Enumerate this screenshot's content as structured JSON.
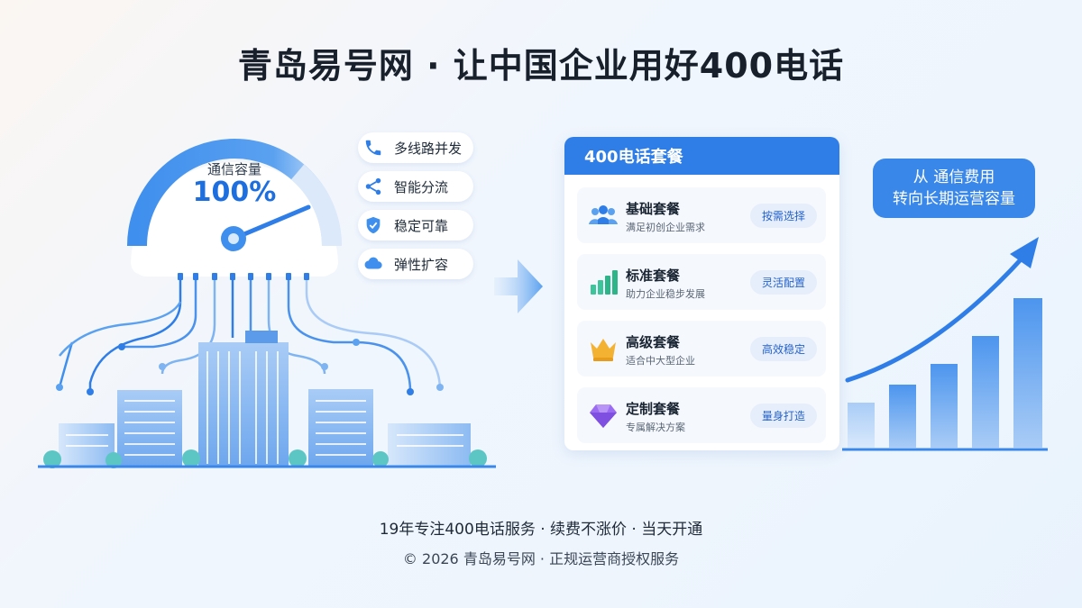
{
  "title": "青岛易号网 · 让中国企业用好400电话",
  "gauge": {
    "label": "通信容量",
    "value": "100%"
  },
  "features": [
    {
      "label": "多线路并发",
      "icon": "phone-icon"
    },
    {
      "label": "智能分流",
      "icon": "share-icon"
    },
    {
      "label": "稳定可靠",
      "icon": "shield-check-icon"
    },
    {
      "label": "弹性扩容",
      "icon": "cloud-icon"
    }
  ],
  "panel": {
    "title": "400电话套餐",
    "packages": [
      {
        "name": "基础套餐",
        "desc": "满足初创企业需求",
        "button": "按需选择",
        "icon": "users-icon"
      },
      {
        "name": "标准套餐",
        "desc": "助力企业稳步发展",
        "button": "灵活配置",
        "icon": "bar-chart-icon"
      },
      {
        "name": "高级套餐",
        "desc": "适合中大型企业",
        "button": "高效稳定",
        "icon": "crown-icon"
      },
      {
        "name": "定制套餐",
        "desc": "专属解决方案",
        "button": "量身打造",
        "icon": "diamond-icon"
      }
    ]
  },
  "callout": {
    "line1": "从 通信费用",
    "line2": "转向长期运营容量"
  },
  "footer": {
    "line1": "19年专注400电话服务 · 续费不涨价 · 当天开通",
    "line2": "© 2026 青岛易号网 · 正规运营商授权服务"
  },
  "colors": {
    "accent": "#2f7ee8",
    "panel_header": "#2f7ee8",
    "callout": "#3a87ea",
    "text_dark": "#18202c"
  }
}
